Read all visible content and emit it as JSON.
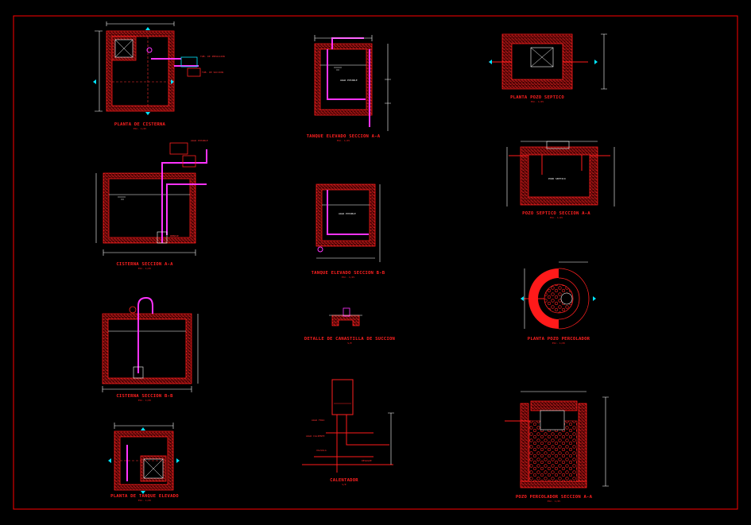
{
  "colors": {
    "background": "#000000",
    "frame": "#ff0000",
    "wall": "#ff1a1a",
    "pipe": "#ff33ff",
    "dimension": "#ffffff",
    "water_marker": "#00e5ff"
  },
  "drawings": {
    "planta_cisterna": {
      "title": "PLANTA DE CISTERNA",
      "scale": "ESC. 1/25"
    },
    "cisterna_a": {
      "title": "CISTERNA SECCION A-A",
      "scale": "ESC. 1/25"
    },
    "cisterna_b": {
      "title": "CISTERNA SECCION B-B",
      "scale": "ESC. 1/25"
    },
    "planta_tanque": {
      "title": "PLANTA DE TANQUE ELEVADO",
      "scale": "ESC. 1/25"
    },
    "tanque_a": {
      "title": "TANQUE ELEVADO SECCION A-A",
      "scale": "ESC. 1/25"
    },
    "tanque_b": {
      "title": "TANQUE ELEVADO SECCION B-B",
      "scale": "ESC. 1/25"
    },
    "canastilla": {
      "title": "DETALLE DE CANASTILLA DE SUCCION",
      "scale": "S/E"
    },
    "calentador": {
      "title": "CALENTADOR",
      "scale": "S/E"
    },
    "planta_septico": {
      "title": "PLANTA POZO SEPTICO",
      "scale": "ESC. 1/25"
    },
    "septico_a": {
      "title": "POZO SEPTICO SECCION A-A",
      "scale": "ESC. 1/25"
    },
    "planta_percolador": {
      "title": "PLANTA POZO PERCOLADOR",
      "scale": "ESC. 1/25"
    },
    "percolador_a": {
      "title": "POZO PERCOLADOR SECCION A-A",
      "scale": "ESC. 1/25"
    }
  },
  "labels": {
    "agua_potable": "AGUA POTABLE",
    "tuberia_impulsion": "TUB. DE IMPULSION",
    "tuberia_succion": "TUB. DE SUCCION",
    "rebose": "REBOSE",
    "pozo_septico": "POZO SEPTICO",
    "agua_fria": "AGUA FRIA",
    "agua_caliente": "AGUA CALIENTE",
    "valvula": "VALVULA",
    "desague": "DESAGUE"
  }
}
